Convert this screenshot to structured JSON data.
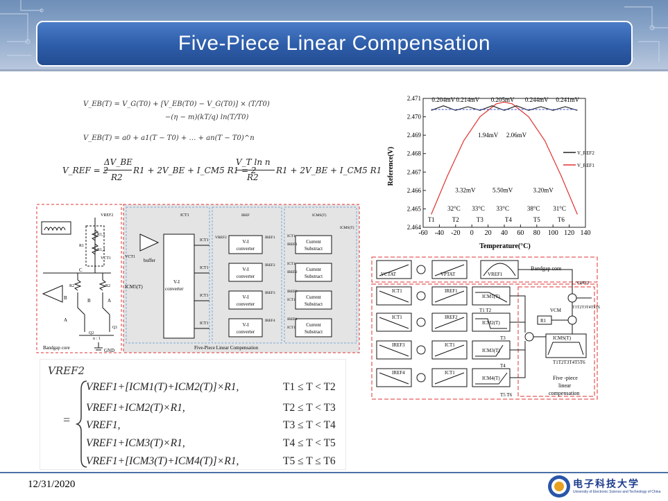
{
  "slide": {
    "title": "Five-Piece Linear Compensation",
    "date": "12/31/2020",
    "university_cn": "电子科技大学",
    "university_en": "University of Electronic Science and Technology of China"
  },
  "equations": {
    "veb1_line1": "V_EB(T) = V_G(T0) + [V_EB(T0) − V_G(T0)] × (T/T0)",
    "veb1_line2": "−(η − m)(kT/q) ln(T/T0)",
    "veb2": "V_EB(T) = a0 + a1(T − T0) + … + an(T − T0)^n",
    "vref_lhs": "V_REF = 2",
    "vref_frac1_num": "ΔV_BE",
    "vref_frac1_den": "R2",
    "vref_mid": "R1 + 2V_BE + I_CM5 R1 = 2",
    "vref_frac2_num": "V_T ln n",
    "vref_frac2_den": "R2",
    "vref_tail": "R1 + 2V_BE + I_CM5 R1"
  },
  "circuit": {
    "labels": {
      "vref2": "VREF2",
      "r11": "R1,1",
      "r12": "R1,2",
      "r1": "R1",
      "vct1_a": "VCT1",
      "vct1_b": "VCT1",
      "c": "C",
      "b": "B",
      "a": "A",
      "r2a": "R2",
      "r2b": "R2",
      "q1": "Q1",
      "q2": "Q2",
      "ratio": "n : 1",
      "buffer": "buffer",
      "icm5": "ICM5(T)",
      "gnd": "GND",
      "bandgap_core": "Bandgap core",
      "ict1": "ICT1",
      "vi_conv": "V-I",
      "vi_conv2": "converter",
      "iref": "IREF",
      "icms_t": "ICMS(T)",
      "iref1": "IREF1",
      "iref2": "IREF2",
      "iref3": "IREF3",
      "iref4": "IREF4",
      "current": "Current",
      "substract": "Substract",
      "five_piece": "Five-Piece Linear Compensation"
    }
  },
  "chart_data": {
    "type": "line",
    "title": "",
    "xlabel": "Temperature(°C)",
    "ylabel": "Reference(V)",
    "xlim": [
      -60,
      140
    ],
    "ylim": [
      2.464,
      2.471
    ],
    "x_ticks": [
      -60,
      -40,
      -20,
      0,
      20,
      40,
      60,
      80,
      100,
      120,
      140
    ],
    "y_ticks": [
      2.464,
      2.465,
      2.466,
      2.467,
      2.468,
      2.469,
      2.47,
      2.471
    ],
    "series": [
      {
        "name": "V_REF2",
        "color": "#222222"
      },
      {
        "name": "V_REF1",
        "color": "#e03030"
      }
    ],
    "vref1_points": {
      "x": [
        -50,
        -30,
        -10,
        10,
        30,
        40,
        50,
        70,
        90,
        110,
        130
      ],
      "y": [
        2.4647,
        2.4668,
        2.4687,
        2.47,
        2.4707,
        2.4708,
        2.4707,
        2.47,
        2.4687,
        2.4668,
        2.4647
      ]
    },
    "vref2_points": {
      "x": [
        -50,
        -35,
        -20,
        -5,
        10,
        25,
        40,
        55,
        70,
        85,
        100,
        115,
        130
      ],
      "y": [
        2.47035,
        2.4706,
        2.47035,
        2.47055,
        2.47035,
        2.4706,
        2.47035,
        2.4706,
        2.47035,
        2.47055,
        2.47035,
        2.47055,
        2.47035
      ]
    },
    "annotations_top": [
      "0.204mV",
      "0.214mV",
      "0.205mV",
      "0.244mV",
      "0.241mV"
    ],
    "annotations_mid": [
      "1.94mV",
      "2.06mV"
    ],
    "annotations_low": [
      "3.32mV",
      "5.50mV",
      "3.20mV"
    ],
    "temp_labels": [
      "32°C",
      "33°C",
      "33°C",
      "38°C",
      "31°C"
    ],
    "t_labels": [
      "T1",
      "T2",
      "T3",
      "T4",
      "T5",
      "T6"
    ]
  },
  "block_diagram": {
    "vctat": "VCTAT",
    "vptat": "VPTAT",
    "vref1": "VREF1",
    "bandgap_core": "Bandgap core",
    "ict1": "ICT1",
    "iref1": "IREF1",
    "iref2": "IREF2",
    "iref3": "IREF3",
    "iref4": "IREF4",
    "icm1": "ICM1(T)",
    "icm2": "ICM2(T)",
    "icm3": "ICM3(T)",
    "icm4": "ICM4(T)",
    "icms": "ICMS(T)",
    "vcm": "VCM",
    "r1": "R1",
    "vref2": "VREF2",
    "t1t2": "T1 T2",
    "t3": "T3",
    "t4": "T4",
    "t5t6": "T5 T6",
    "t_seq": "T1T2T3T4T5T6",
    "five_piece": "Five -piece",
    "linear": "linear",
    "compensation": "compensation"
  },
  "piecewise": {
    "lhs": "VREF2",
    "equals": "=",
    "rows": [
      {
        "expr": "VREF1+[ICM1(T)+ICM2(T)]×R1,",
        "cond": "T1 ≤ T < T2"
      },
      {
        "expr": "VREF1+ICM2(T)×R1,",
        "cond": "T2 ≤ T < T3"
      },
      {
        "expr": "VREF1,",
        "cond": "T3 ≤ T < T4"
      },
      {
        "expr": "VREF1+ICM3(T)×R1,",
        "cond": "T4 ≤ T < T5"
      },
      {
        "expr": "VREF1+[ICM3(T)+ICM4(T)]×R1,",
        "cond": "T5 ≤ T ≤ T6"
      }
    ]
  }
}
